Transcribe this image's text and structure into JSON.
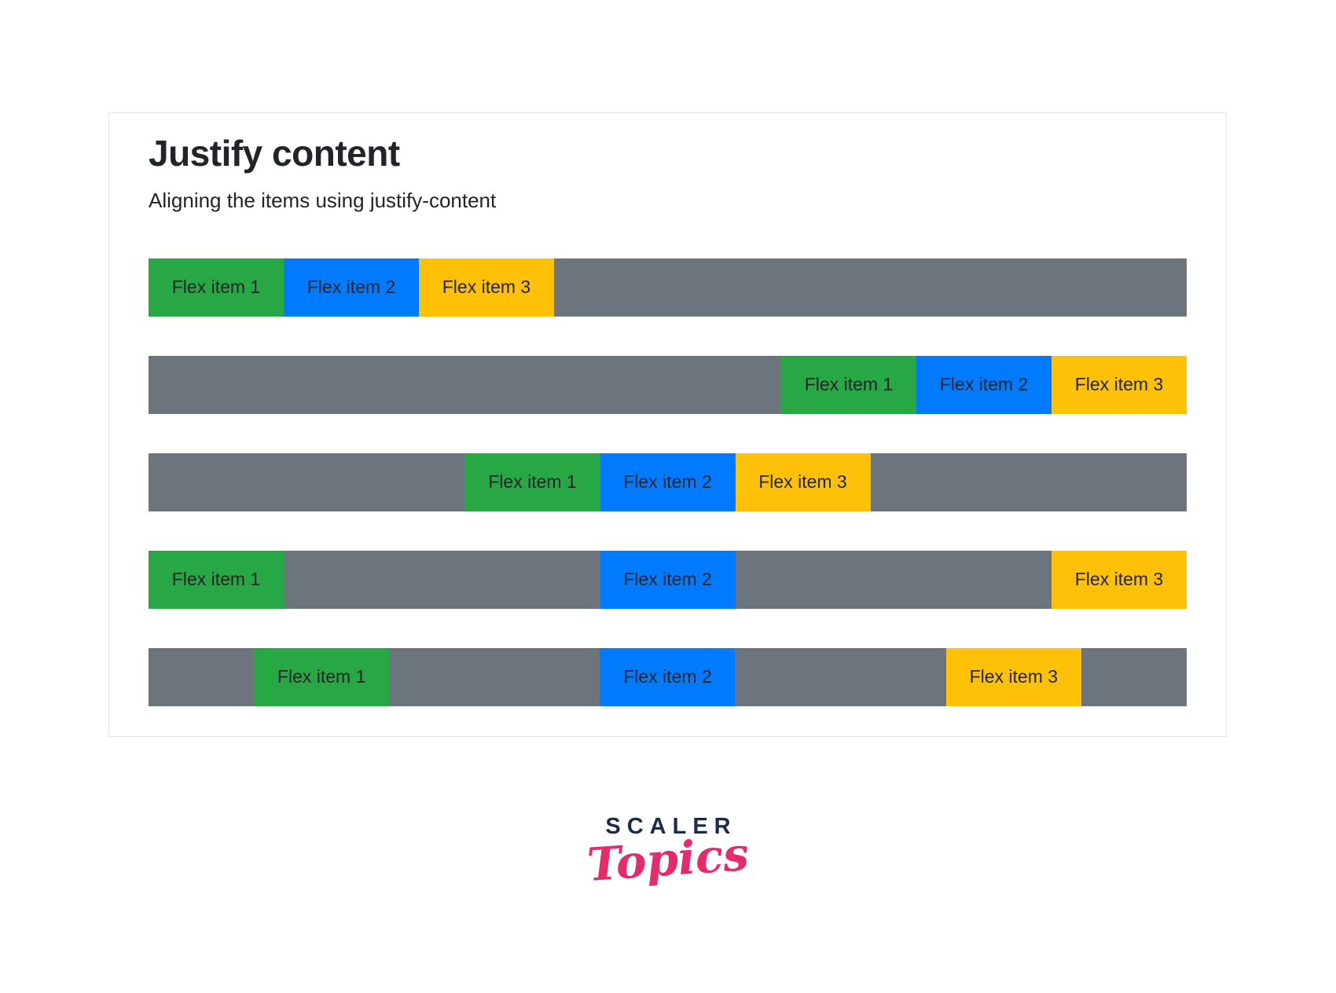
{
  "card": {
    "title": "Justify content",
    "subtitle": "Aligning the items using justify-content"
  },
  "items": [
    {
      "label": "Flex item 1",
      "color": "#28a745"
    },
    {
      "label": "Flex item 2",
      "color": "#007bff"
    },
    {
      "label": "Flex item 3",
      "color": "#ffc107"
    }
  ],
  "rows": [
    {
      "justify": "flex-start"
    },
    {
      "justify": "flex-end"
    },
    {
      "justify": "center"
    },
    {
      "justify": "space-between"
    },
    {
      "justify": "space-around"
    }
  ],
  "colors": {
    "container_gray": "#6c757d",
    "item_text": "#212529",
    "card_border": "#e4e6e9",
    "logo_primary": "#1c2b4a",
    "logo_accent": "#e62a6c"
  },
  "logo": {
    "primary": "SCALER",
    "secondary": "Topics"
  }
}
